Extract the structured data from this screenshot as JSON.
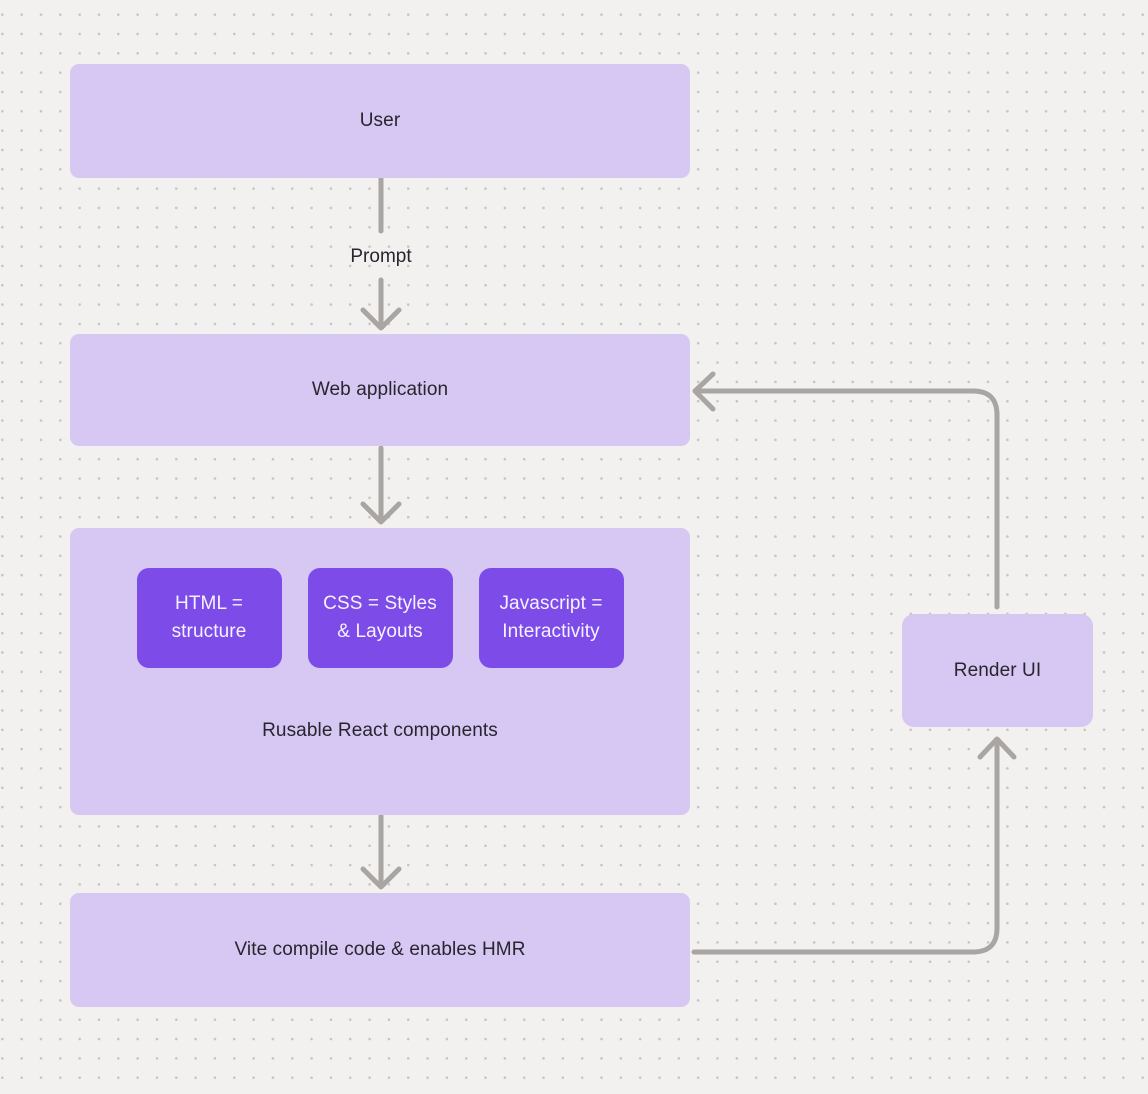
{
  "diagram": {
    "nodes": {
      "user": {
        "label": "User"
      },
      "web_application": {
        "label": "Web application"
      },
      "components": {
        "caption": "Rusable React components",
        "items": [
          {
            "label": "HTML = structure"
          },
          {
            "label": "CSS = Styles & Layouts"
          },
          {
            "label": "Javascript = Interactivity"
          }
        ]
      },
      "vite": {
        "label": "Vite compile code & enables HMR"
      },
      "render_ui": {
        "label": "Render UI"
      }
    },
    "edge_labels": {
      "prompt": "Prompt"
    },
    "colors": {
      "background": "#f2f1ef",
      "dot": "#c7c4c1",
      "node_fill": "#d6c8f3",
      "component_fill": "#7c4be8",
      "component_text": "#f6f2ff",
      "arrow": "#a8a5a2",
      "text": "#28252e"
    }
  }
}
